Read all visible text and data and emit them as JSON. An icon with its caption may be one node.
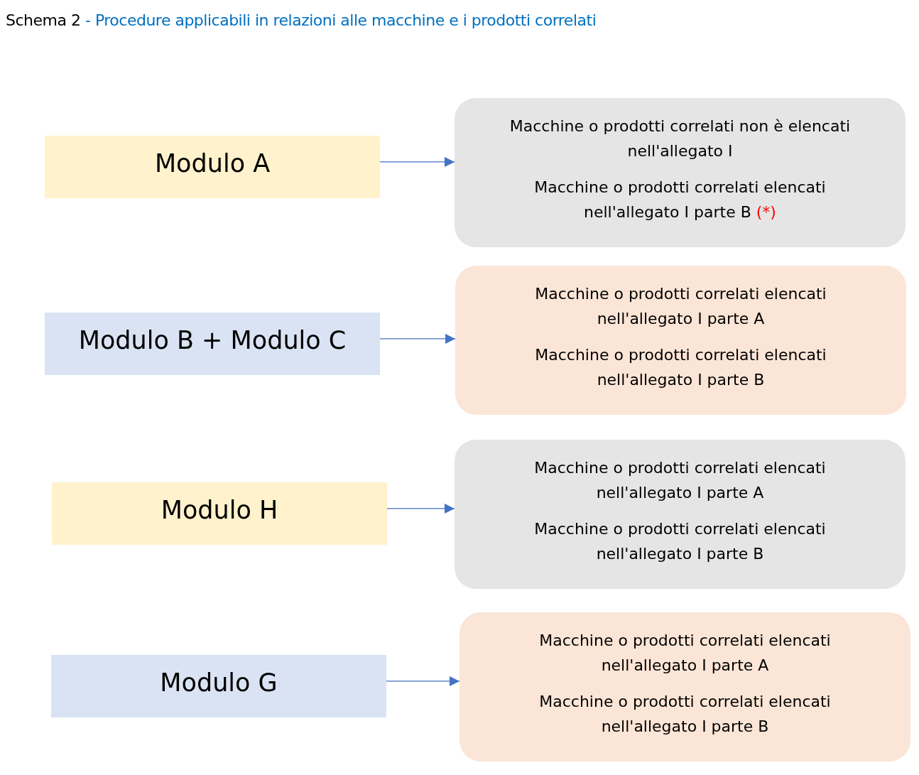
{
  "diagram": {
    "title": "Schema 2",
    "nodes": [
      {
        "text": [
          "Modulo A"
        ]
      },
      {
        "text": [
          "Macchine o prodotti correlati non è elencati nell'allegato I",
          "Macchine o prodotti correlati elencati nell'allegato I parte B",
          "(*)"
        ]
      },
      {
        "text": [
          "Modulo B + Modulo C"
        ]
      },
      {
        "text": [
          "Macchine o prodotti correlati elencati nell'allegato I parte A",
          "Macchine o prodotti correlati elencati nell'allegato I parte B"
        ]
      },
      {
        "text": [
          "Modulo H"
        ]
      },
      {
        "text": [
          "Macchine o prodotti correlati elencati nell'allegato I parte A",
          "Macchine o prodotti correlati elencati nell'allegato I parte B"
        ]
      },
      {
        "text": [
          "Modulo G"
        ]
      },
      {
        "text": [
          "Macchine o prodotti correlati elencati nell'allegato I parte A",
          "Macchine o prodotti correlati elencati nell'allegato I parte B"
        ]
      }
    ],
    "edges": [
      {
        "from": 0,
        "to": 1,
        "arrow": "to"
      },
      {
        "from": 2,
        "to": 3,
        "arrow": "to"
      },
      {
        "from": 4,
        "to": 5,
        "arrow": "to"
      },
      {
        "from": 6,
        "to": 7,
        "arrow": "to"
      }
    ],
    "labels": [
      "- Procedure applicabili in relazioni alle macchine e i prodotti correlati"
    ]
  }
}
